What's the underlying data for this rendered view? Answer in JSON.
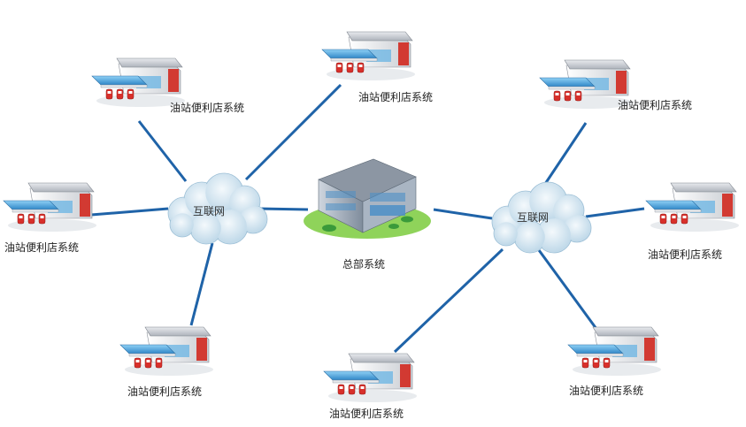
{
  "colors": {
    "link": "#1f63a8",
    "cloud": "#cfe3ef",
    "roof": "#c9ccd2",
    "wall": "#e9ebee",
    "canopy": "#4da3d8",
    "pump": "#d8302b",
    "hq_wall": "#9aa7b6",
    "grass": "#8fd35a"
  },
  "clouds": {
    "left": {
      "label": "互联网",
      "icon": "cloud-icon"
    },
    "right": {
      "label": "互联网",
      "icon": "cloud-icon"
    }
  },
  "headquarters": {
    "label": "总部系统",
    "icon": "office-building-icon"
  },
  "stores": [
    {
      "label": "油站便利店系统",
      "icon": "gas-station-icon"
    },
    {
      "label": "油站便利店系统",
      "icon": "gas-station-icon"
    },
    {
      "label": "油站便利店系统",
      "icon": "gas-station-icon"
    },
    {
      "label": "油站便利店系统",
      "icon": "gas-station-icon"
    },
    {
      "label": "油站便利店系统",
      "icon": "gas-station-icon"
    },
    {
      "label": "油站便利店系统",
      "icon": "gas-station-icon"
    },
    {
      "label": "油站便利店系统",
      "icon": "gas-station-icon"
    },
    {
      "label": "油站便利店系统",
      "icon": "gas-station-icon"
    }
  ]
}
